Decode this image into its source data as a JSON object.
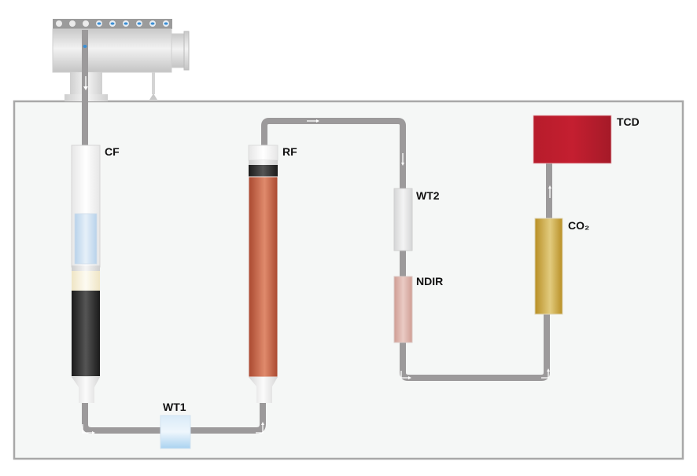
{
  "diagram": {
    "title": "Elemental analyzer gas flow schematic",
    "components": [
      {
        "id": "furnace",
        "label": "",
        "name": "furnace-autosampler"
      },
      {
        "id": "cf",
        "label": "CF",
        "name": "combustion-furnace"
      },
      {
        "id": "rf",
        "label": "RF",
        "name": "reduction-furnace"
      },
      {
        "id": "wt1",
        "label": "WT1",
        "name": "water-trap-1"
      },
      {
        "id": "wt2",
        "label": "WT2",
        "name": "water-trap-2"
      },
      {
        "id": "ndir",
        "label": "NDIR",
        "name": "ndir-detector"
      },
      {
        "id": "co2",
        "label": "CO₂",
        "name": "co2-trap"
      },
      {
        "id": "tcd",
        "label": "TCD",
        "name": "tcd-detector"
      }
    ],
    "flow": [
      "furnace",
      "cf",
      "wt1",
      "rf",
      "wt2",
      "ndir",
      "co2",
      "tcd"
    ],
    "colors": {
      "panel_bg": "#f5f7f6",
      "panel_border": "#a8a8a8",
      "pipe": "#9c9a9b",
      "cf_black": "#2a2a2a",
      "cf_blue": "#c6dcef",
      "cf_cream": "#f4ecd2",
      "rf_copper": "#c8674a",
      "wt1_blue": "#b7d9f1",
      "wt2_grey": "#e3e4e5",
      "ndir_pink": "#dcb2aa",
      "co2_gold": "#cda83e",
      "tcd_red": "#be1e2d",
      "sampler_led": "#3a8fd6"
    }
  }
}
